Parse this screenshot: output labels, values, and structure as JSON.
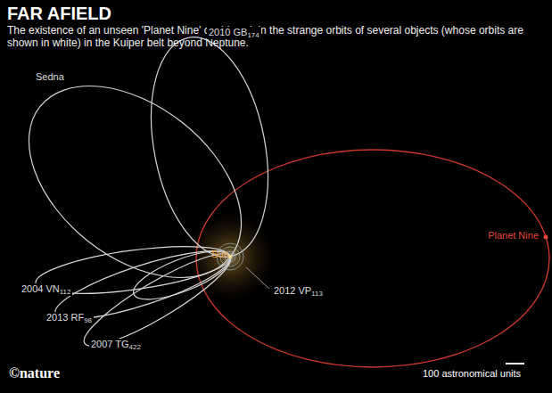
{
  "diagram": {
    "title": "FAR AFIELD",
    "caption": "The existence of an unseen 'Planet Nine' could explain the strange orbits of several objects (whose orbits are shown in white) in the Kuiper belt beyond Neptune.",
    "labels": [
      "Sedna",
      "2010 GB174",
      "Sun",
      "Planet Nine",
      "2012 VP113",
      "2004 VN112",
      "2013 RF98",
      "2007 TG422",
      "©nature",
      "100 astronomical units"
    ]
  }
}
